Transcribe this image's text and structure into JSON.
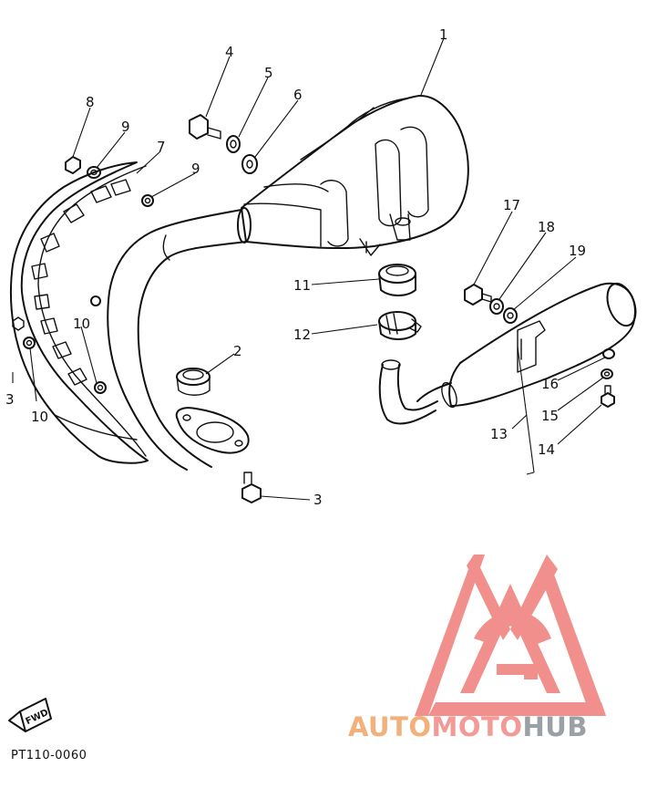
{
  "diagram": {
    "part_labels": [
      "1",
      "2",
      "3",
      "4",
      "5",
      "6",
      "7",
      "8",
      "9",
      "9",
      "10",
      "10",
      "11",
      "12",
      "13",
      "14",
      "15",
      "16",
      "17",
      "18",
      "19"
    ],
    "fwd_label": "FWD",
    "edge_label": "3",
    "drawing_code": "PT110-0060"
  },
  "watermark": {
    "part1": "AUTO",
    "part2": "MOTO",
    "part3": "HUB",
    "colors": {
      "auto": "#f2b07a",
      "moto": "#f29a96",
      "hub": "#9aa0a6",
      "logo": "#f08a86"
    }
  }
}
